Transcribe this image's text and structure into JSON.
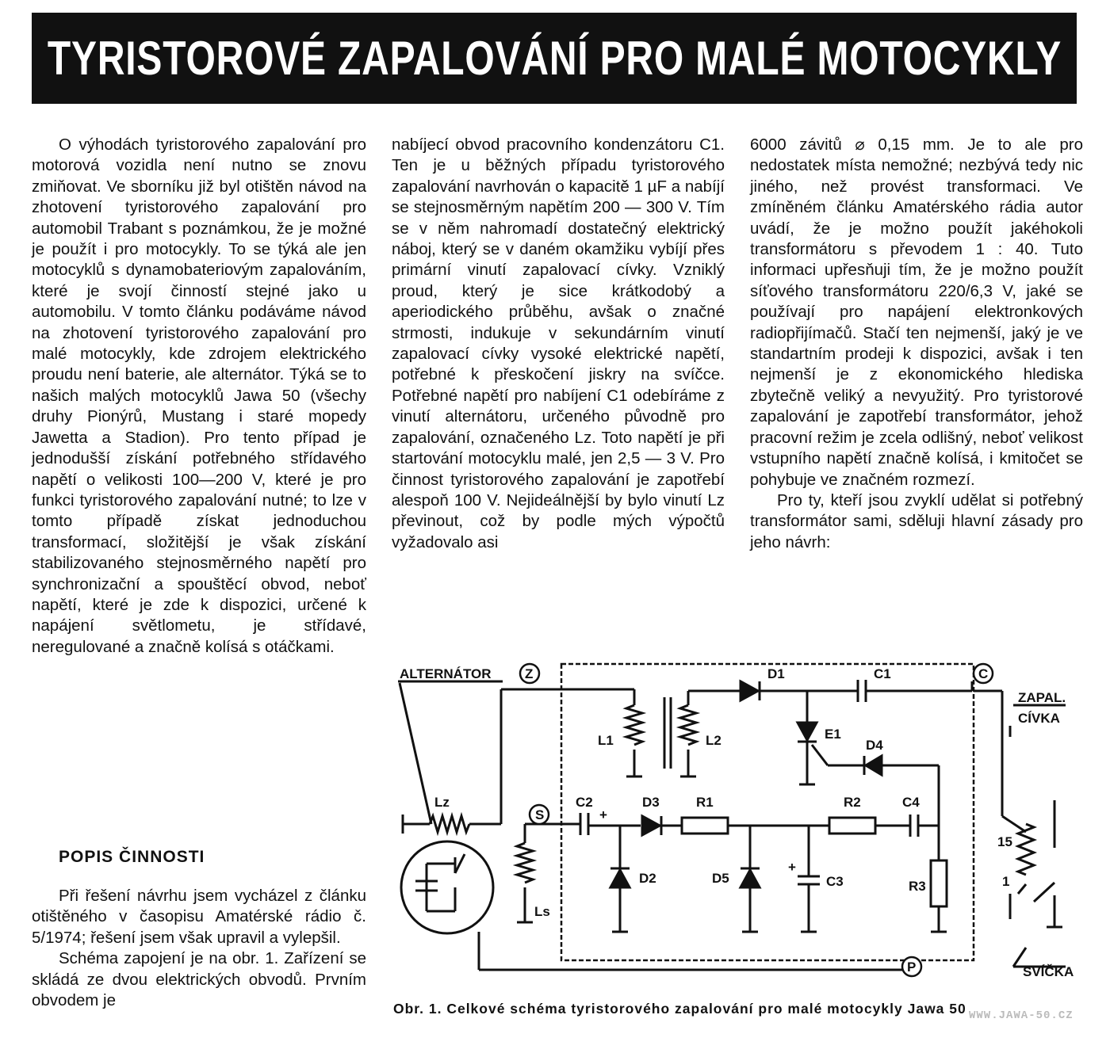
{
  "title": "TYRISTOROVÉ ZAPALOVÁNÍ PRO MALÉ MOTOCYKLY",
  "article": {
    "col1_p1": "O výhodách tyristorového zapalování pro motorová vozidla není nutno se znovu zmiňovat. Ve sborníku již byl otištěn návod na zhotovení tyristorového zapalování pro automobil Trabant s poznámkou, že je možné je použít i pro motocykly. To se týká ale jen motocyklů s dynamobateriovým zapalováním, které je svojí činností stejné jako u automobilu. V tomto článku podáváme návod na zhotovení tyristorového zapalování pro malé motocykly, kde zdrojem elektrického proudu není baterie, ale alternátor. Týká se to našich malých motocyklů Jawa 50 (všechy druhy Pionýrů, Mustang i staré mopedy Jawetta a Stadion). Pro tento případ je jednodušší získání potřebného střídavého napětí o velikosti 100—200 V, které je pro funkci tyristorového zapalování nutné; to lze v tomto případě získat jednoduchou transformací, složitější je však získání stabilizovaného stejnosměrného napětí pro synchronizační a spouštěcí obvod, neboť napětí, které je zde k dispozici, určené k napájení světlometu, je střídavé, neregulované a značně kolísá s otáčkami.",
    "heading": "POPIS ČINNOSTI",
    "col1_p2": "Při řešení návrhu jsem vycházel z článku otištěného v časopisu Amatérské rádio č. 5/1974; řešení jsem však upravil a vylepšil.",
    "col1_p3": "Schéma zapojení je na obr. 1. Zařízení se skládá ze dvou elektrických obvodů. Prvním obvodem je",
    "col2_p1": "nabíjecí obvod pracovního kondenzátoru C1. Ten je u běžných případu tyristorového zapalování navrhován o kapacitě 1 µF a nabíjí se stejnosměrným napětím 200 — 300 V. Tím se v něm nahromadí dostatečný elektrický náboj, který se v daném okamžiku vybíjí přes primární vinutí zapalovací cívky. Vzniklý proud, který je sice krátkodobý a aperiodického průběhu, avšak o značné strmosti, indukuje v sekundárním vinutí zapalovací cívky vysoké elektrické napětí, potřebné k přeskočení jiskry na svíčce. Potřebné napětí pro nabíjení C1 odebíráme z vinutí alternátoru, určeného původně pro zapalování, označeného Lz. Toto napětí je při startování motocyklu malé, jen 2,5 — 3 V. Pro činnost tyristorového zapalování je zapotřebí alespoň 100 V. Nejideálnější by bylo vinutí Lz převinout, což by podle mých výpočtů vyžadovalo asi",
    "col3_p1": "6000 závitů ⌀ 0,15 mm. Je to ale pro nedostatek místa nemožné; nezbývá tedy nic jiného, než provést transformaci. Ve zmíněném článku Amatérského rádia autor uvádí, že je možno použít jakéhokoli transformátoru s převodem 1 : 40. Tuto informaci upřesňuji tím, že je možno použít síťového transformátoru 220/6,3 V, jaké se používají pro napájení elektronkových radiopřijímačů. Stačí ten nejmenší, jaký je ve standartním prodeji k dispozici, avšak i ten nejmenší je z ekonomického hlediska zbytečně veliký a nevyužitý. Pro tyristorové zapalování je zapotřebí transformátor, jehož pracovní režim je zcela odlišný, neboť velikost vstupního napětí značně kolísá, i kmitočet se pohybuje ve značném rozmezí.",
    "col3_p2": "Pro ty, kteří jsou zvyklí udělat si potřebný transformátor sami, sděluji hlavní zásady pro jeho návrh:"
  },
  "schematic": {
    "labels": {
      "alternator": "ALTERNÁTOR",
      "node_z": "Z",
      "node_c": "C",
      "node_s": "S",
      "node_p": "P",
      "zapal": "ZAPAL.",
      "civka": "CÍVKA",
      "svicka": "SVÍČKA",
      "L1": "L1",
      "L2": "L2",
      "D1": "D1",
      "C1": "C1",
      "E1": "E1",
      "D4": "D4",
      "Lz": "Lz",
      "C2": "C2",
      "D3": "D3",
      "R1": "R1",
      "R2": "R2",
      "C4": "C4",
      "Ls": "Ls",
      "D2": "D2",
      "D5": "D5",
      "C3": "C3",
      "R3": "R3",
      "pin15": "15",
      "pin1": "1",
      "plus_c2": "+",
      "plus_c3": "+"
    }
  },
  "caption": "Obr. 1. Celkové schéma tyristorového zapalování pro malé motocykly Jawa 50",
  "watermark": "WWW.JAWA-50.CZ"
}
